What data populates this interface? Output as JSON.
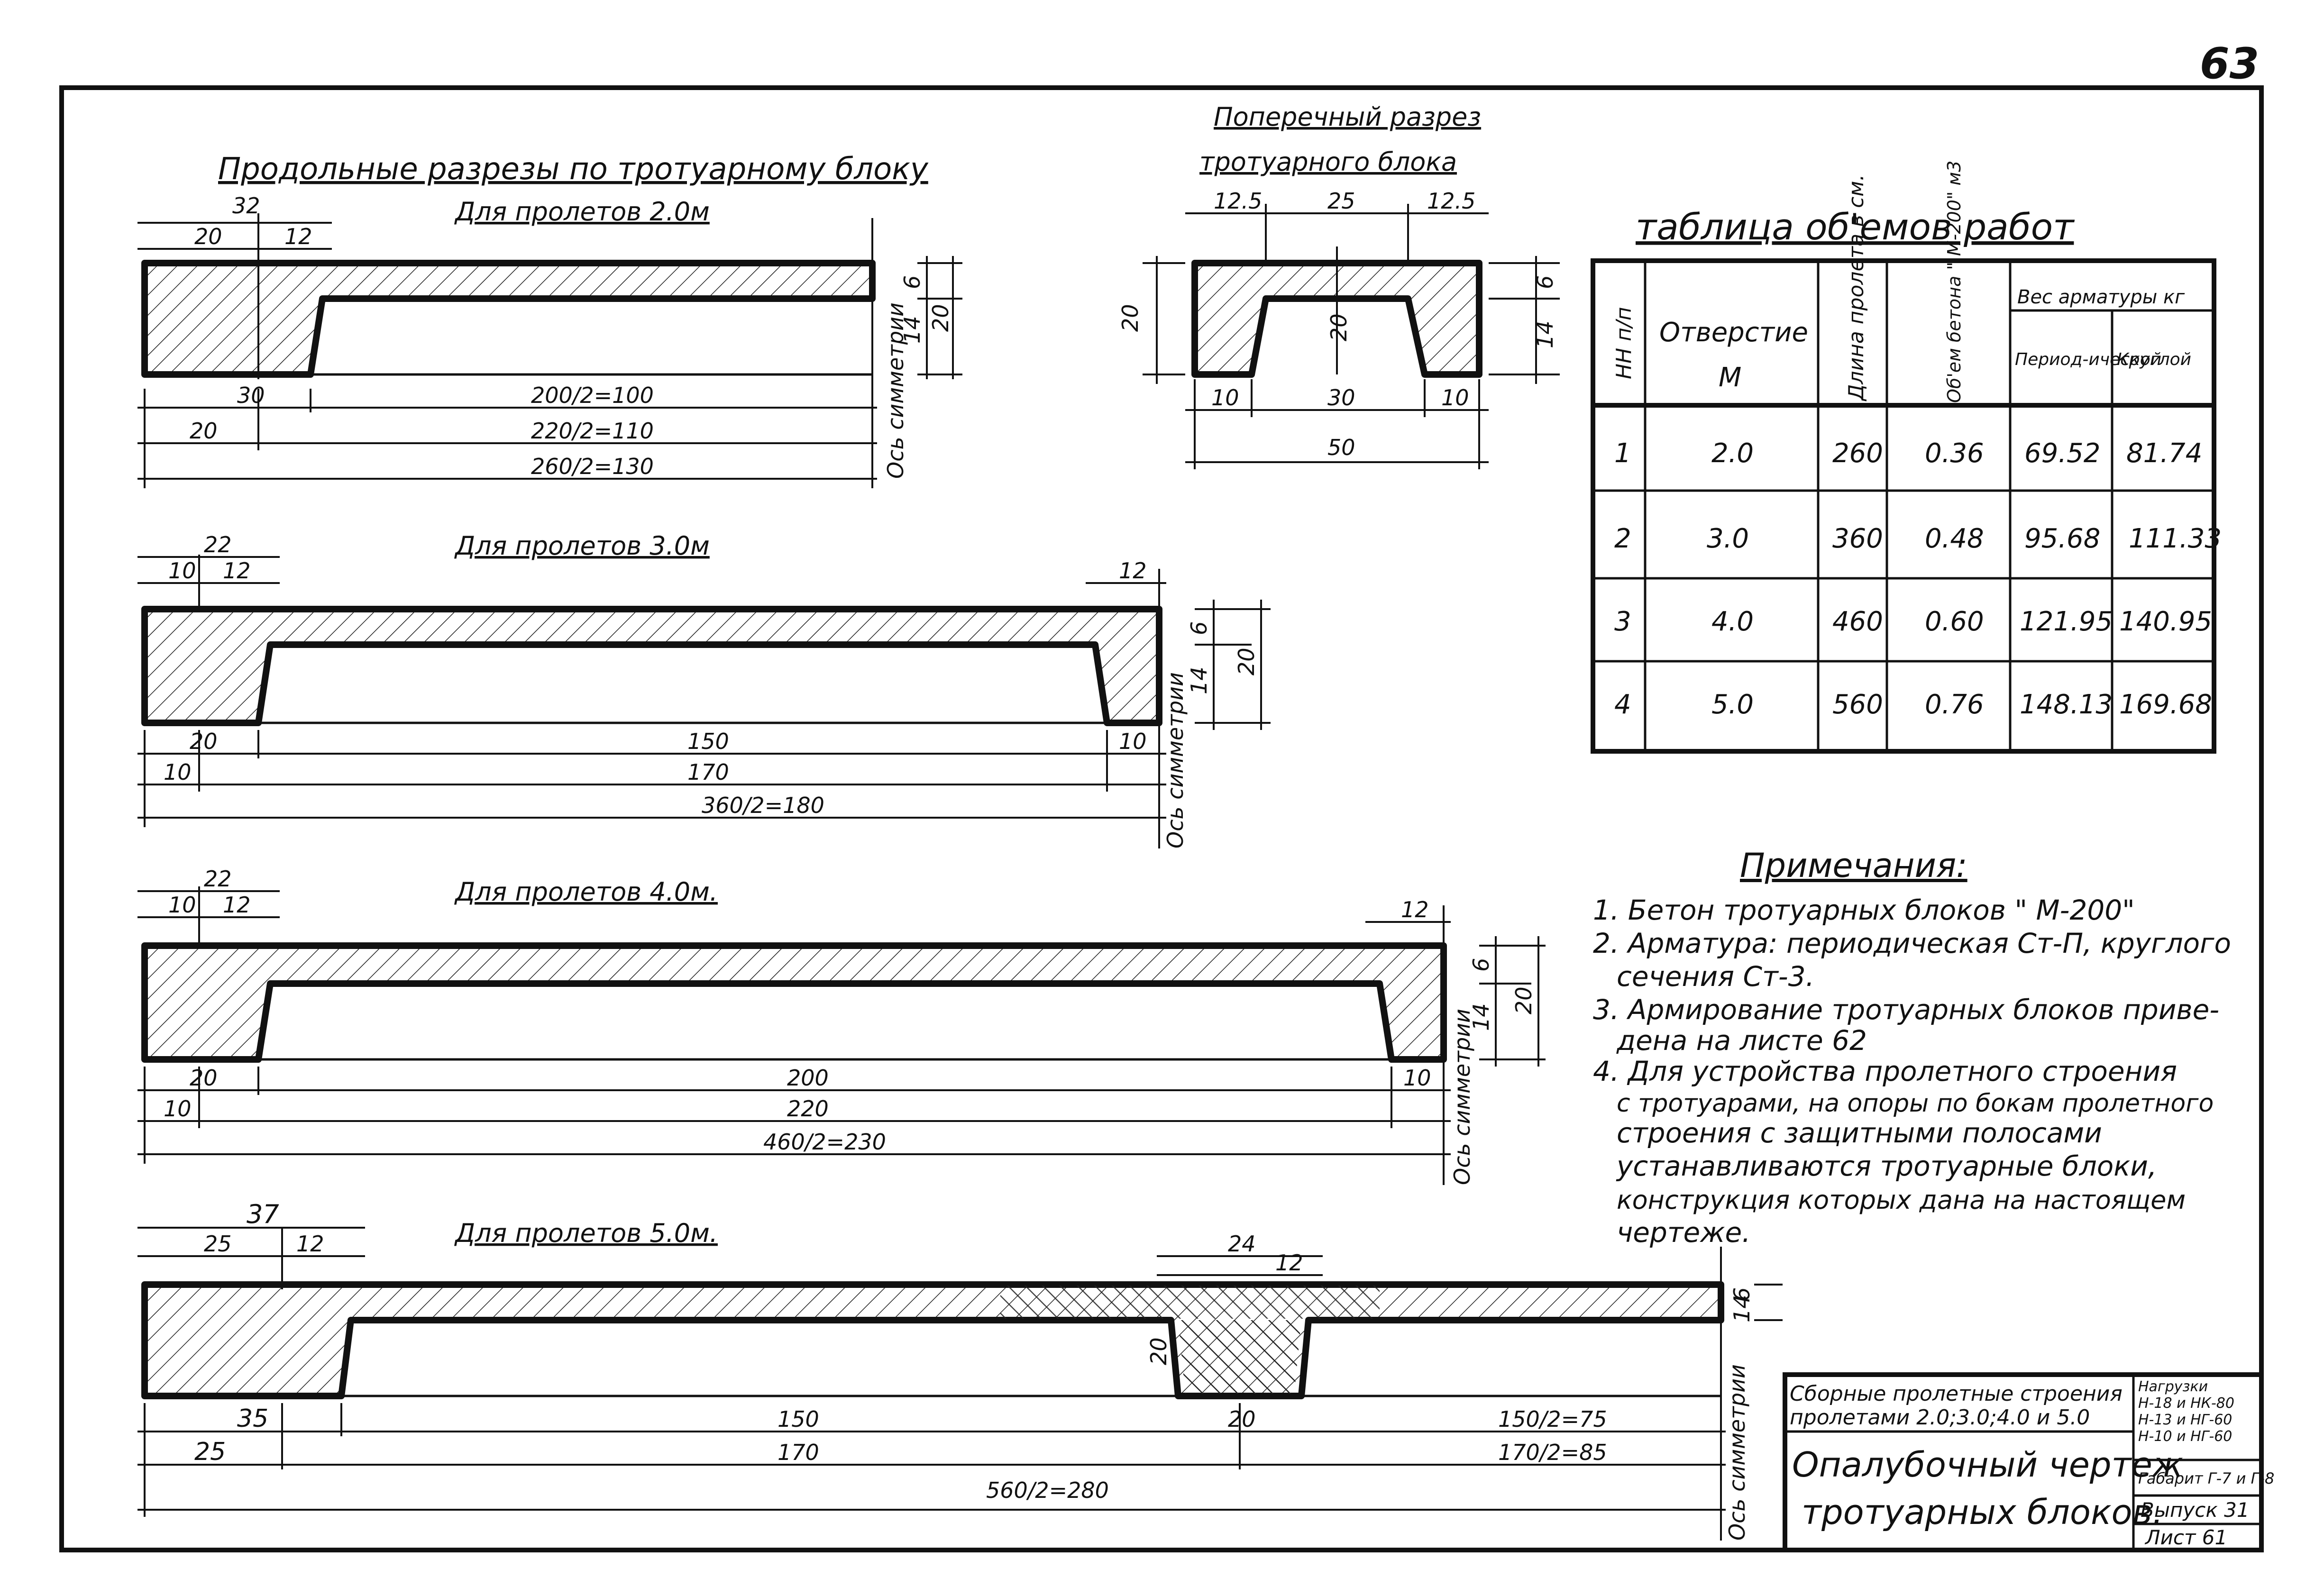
{
  "page_number": "63",
  "title": "Продольные разрезы по тротуарному блоку",
  "cross_section": {
    "title_line1": "Поперечный разрез",
    "title_line2": "тротуарного блока",
    "dims": [
      "12.5",
      "25",
      "12.5",
      "6",
      "14",
      "20",
      "20",
      "10",
      "30",
      "10",
      "50"
    ]
  },
  "section_2": {
    "label": "Для пролетов 2.0м",
    "dims": [
      "32",
      "20",
      "12",
      "30",
      "200/2=100",
      "20",
      "220/2=110",
      "260/2=130",
      "6",
      "14",
      "20"
    ],
    "axis": "Ось симметрии"
  },
  "section_3": {
    "label": "Для пролетов 3.0м",
    "dims": [
      "22",
      "10",
      "12",
      "12",
      "6",
      "14",
      "20",
      "20",
      "150",
      "10",
      "10",
      "170",
      "360/2=180"
    ],
    "axis": "Ось симметрии"
  },
  "section_4": {
    "label": "Для пролетов 4.0м.",
    "dims": [
      "22",
      "10",
      "12",
      "12",
      "6",
      "14",
      "20",
      "20",
      "200",
      "10",
      "10",
      "220",
      "460/2=230"
    ],
    "axis": "Ось симметрии"
  },
  "section_5": {
    "label": "Для пролетов 5.0м.",
    "dims": [
      "37",
      "25",
      "12",
      "24",
      "12",
      "20",
      "20",
      "35",
      "150",
      "150/2=75",
      "25",
      "170",
      "170/2=85",
      "560/2=280",
      "14",
      "6"
    ],
    "axis": "Ось симметрии"
  },
  "table": {
    "title": "таблица об'емов работ",
    "headers": {
      "nn": "НН п/п",
      "opening": "Отверстие",
      "opening_unit": "М",
      "length": "Длина пролета в см.",
      "volume": "Об'ем бетона \" М-200\" м3",
      "weight": "Вес арматуры кг",
      "periodic": "Период-ической",
      "round": "Круглой"
    },
    "rows": [
      {
        "n": "1",
        "opening": "2.0",
        "length": "260",
        "volume": "0.36",
        "periodic": "69.52",
        "round": "81.74"
      },
      {
        "n": "2",
        "opening": "3.0",
        "length": "360",
        "volume": "0.48",
        "periodic": "95.68",
        "round": "111.33"
      },
      {
        "n": "3",
        "opening": "4.0",
        "length": "460",
        "volume": "0.60",
        "periodic": "121.95",
        "round": "140.95"
      },
      {
        "n": "4",
        "opening": "5.0",
        "length": "560",
        "volume": "0.76",
        "periodic": "148.13",
        "round": "169.68"
      }
    ]
  },
  "notes": {
    "title": "Примечания:",
    "lines": [
      "1. Бетон тротуарных блоков \" М-200\"",
      "2. Арматура: периодическая Ст-П, круглого",
      "сечения Ст-3.",
      "3. Армирование тротуарных блоков приве-",
      "дена на листе 62",
      "4. Для устройства пролетного строения",
      "с тротуарами, на опоры по бокам пролетного",
      "строения с защитными полосами",
      "устанавливаются тротуарные блоки,",
      "конструкция которых дана на настоящем",
      "чертеже."
    ]
  },
  "stamp": {
    "series_1": "Сборные пролетные строения",
    "series_2": "пролетами 2.0;3.0;4.0 и 5.0",
    "drawing_1": "Опалубочный чертеж",
    "drawing_2": "тротуарных блоков.",
    "loads": [
      "Нагрузки",
      "Н-18 и НК-80",
      "Н-13 и НГ-60",
      "Н-10 и НГ-60"
    ],
    "gabarit": "Габарит Г-7 и Г-8",
    "issue": "Выпуск 31",
    "sheet": "Лист 61"
  }
}
